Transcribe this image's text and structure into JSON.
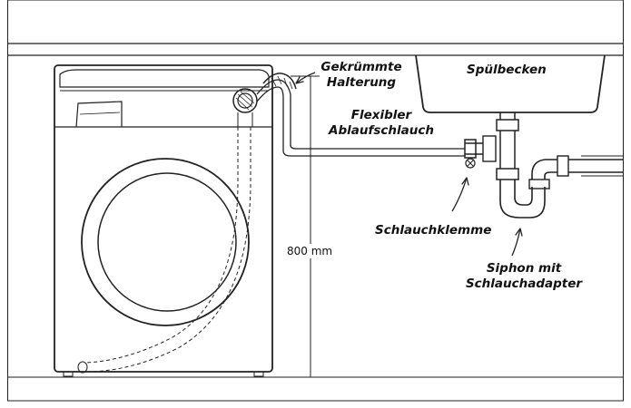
{
  "labels": {
    "bent_holder_line1": "Gekrümmte",
    "bent_holder_line2": "Halterung",
    "flex_hose_line1": "Flexibler",
    "flex_hose_line2": "Ablaufschlauch",
    "sink": "Spülbecken",
    "hose_clamp": "Schlauchklemme",
    "siphon_line1": "Siphon mit",
    "siphon_line2": "Schlauchadapter"
  },
  "dimension": {
    "height": "800 mm"
  }
}
